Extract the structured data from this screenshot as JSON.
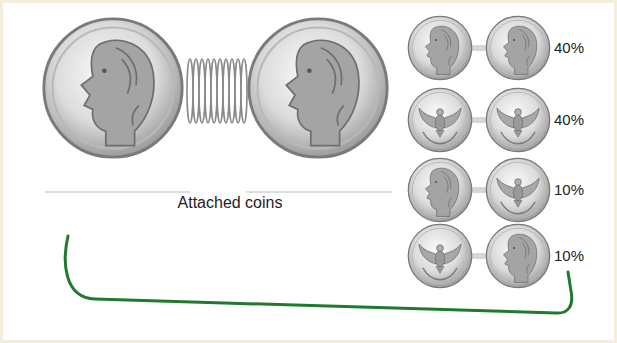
{
  "diagram": {
    "labels": [
      "Attached coins",
      "40%",
      "40%",
      "10%",
      "10%"
    ]
  }
}
